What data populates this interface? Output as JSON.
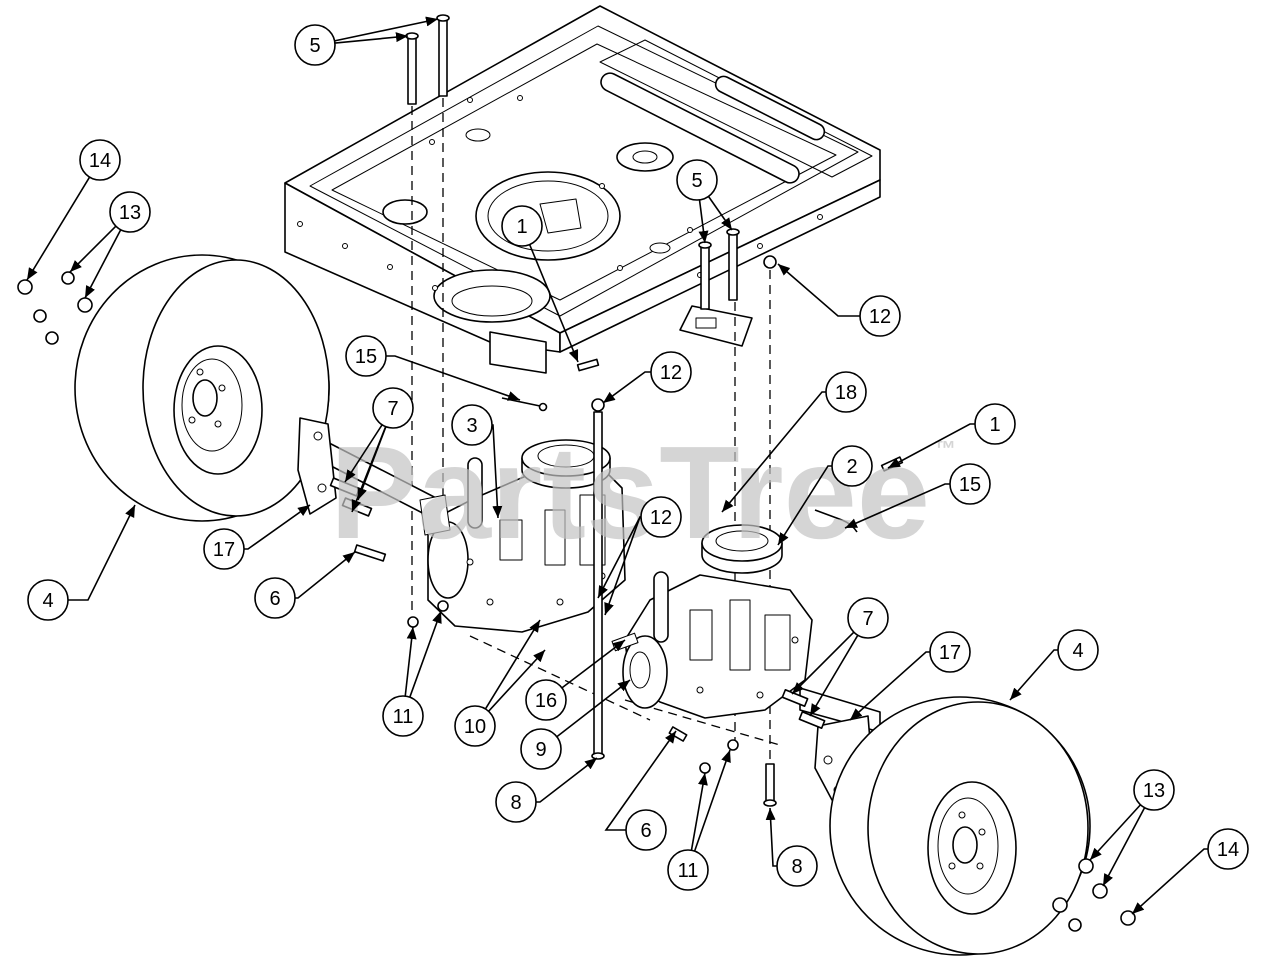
{
  "diagram": {
    "callouts": [
      "5",
      "14",
      "13",
      "1",
      "5",
      "12",
      "15",
      "12",
      "7",
      "3",
      "18",
      "1",
      "2",
      "15",
      "17",
      "12",
      "4",
      "6",
      "11",
      "10",
      "16",
      "9",
      "7",
      "17",
      "4",
      "8",
      "6",
      "11",
      "8",
      "13",
      "14"
    ],
    "watermark": "PartsTree",
    "watermark_mark": "™"
  },
  "colors": {
    "line": "#000000",
    "background": "#ffffff",
    "watermark": "#c4c4c4"
  }
}
